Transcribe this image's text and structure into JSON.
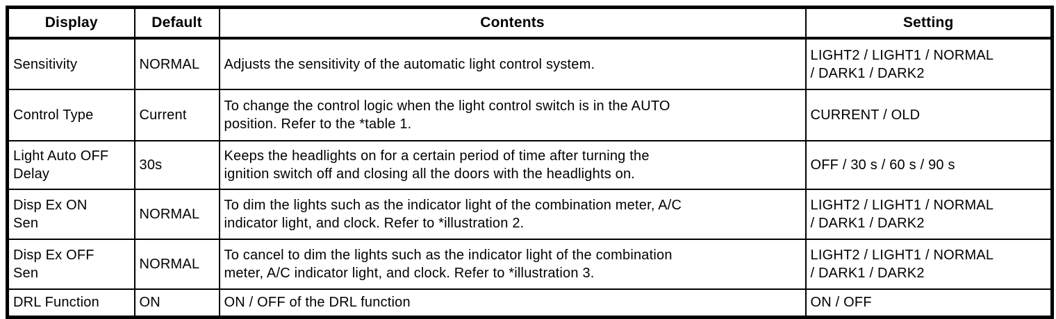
{
  "table": {
    "columns": [
      "Display",
      "Default",
      "Contents",
      "Setting"
    ],
    "rows": [
      {
        "display": "Sensitivity",
        "default": "NORMAL",
        "contents": "Adjusts the sensitivity of the automatic light control system.",
        "setting": "LIGHT2 / LIGHT1 / NORMAL\n/ DARK1 / DARK2"
      },
      {
        "display": "Control Type",
        "default": "Current",
        "contents": "To change the control logic when the light control switch is in the AUTO\nposition. Refer to the *table 1.",
        "setting": "CURRENT / OLD"
      },
      {
        "display": "Light Auto OFF\nDelay",
        "default": "30s",
        "contents": "Keeps the headlights on for a certain period of time after turning the\nignition switch off and closing all the doors with the headlights on.",
        "setting": "OFF / 30 s / 60 s / 90 s"
      },
      {
        "display": "Disp Ex ON\nSen",
        "default": "NORMAL",
        "contents": "To dim the lights such as the indicator light of the combination meter, A/C\nindicator light, and clock. Refer to *illustration 2.",
        "setting": "LIGHT2 / LIGHT1 / NORMAL\n/ DARK1 / DARK2"
      },
      {
        "display": "Disp Ex OFF\nSen",
        "default": "NORMAL",
        "contents": "To cancel to dim the lights such as the indicator light of the combination\nmeter, A/C indicator light, and clock. Refer to *illustration 3.",
        "setting": "LIGHT2 / LIGHT1 / NORMAL\n/ DARK1 / DARK2"
      },
      {
        "display": "DRL Function",
        "default": "ON",
        "contents": "ON / OFF of the DRL function",
        "setting": "ON / OFF"
      }
    ]
  }
}
